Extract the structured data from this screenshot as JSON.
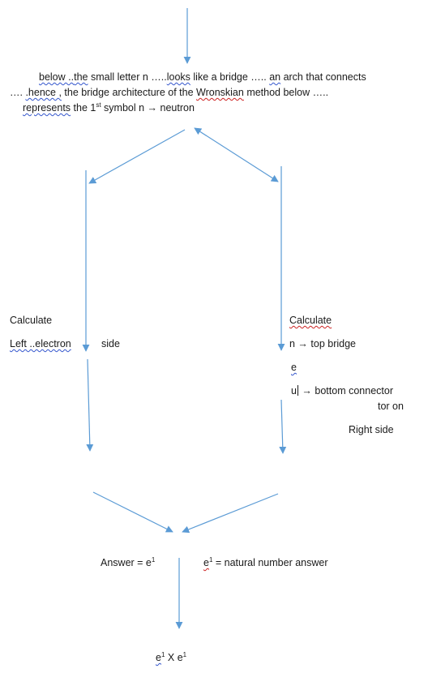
{
  "diagram": {
    "intro": {
      "line1_a": "below ..",
      "line1_b": "the",
      "line1_c": " small letter n …..",
      "line1_d": "looks",
      "line1_e": " like a bridge …..   ",
      "line1_f": "an",
      "line1_g": " arch that connects",
      "line2_a": "…. ",
      "line2_b": ".hence ,",
      "line2_c": " the bridge architecture of the ",
      "line2_d": "Wronskian",
      "line2_e": " method  below   …..",
      "line3_a": "represents",
      "line3_b": " the 1",
      "line3_sup": "st",
      "line3_c": " symbol n  → neutron"
    },
    "left": {
      "calculate": "Calculate",
      "label_a": "Left ..electron",
      "label_b": "side"
    },
    "right": {
      "calculate": "Calculate",
      "n_line": "n → top bridge",
      "e_line": "e",
      "u_line_a": "u",
      "u_line_b": " → bottom connector",
      "tor_on": "tor on",
      "right_side": "Right side"
    },
    "answer": {
      "answer_a": "Answer = e",
      "answer_sup": "1",
      "def_a": "e",
      "def_sup": "1",
      "def_b": " = natural number answer"
    },
    "final": {
      "e1": "e",
      "sup1": "1",
      "times": "  X  e",
      "sup2": "1"
    },
    "colors": {
      "arrow": "#5b9bd5",
      "text": "#1a1a1a",
      "spell_underline": "#cc2222"
    }
  }
}
